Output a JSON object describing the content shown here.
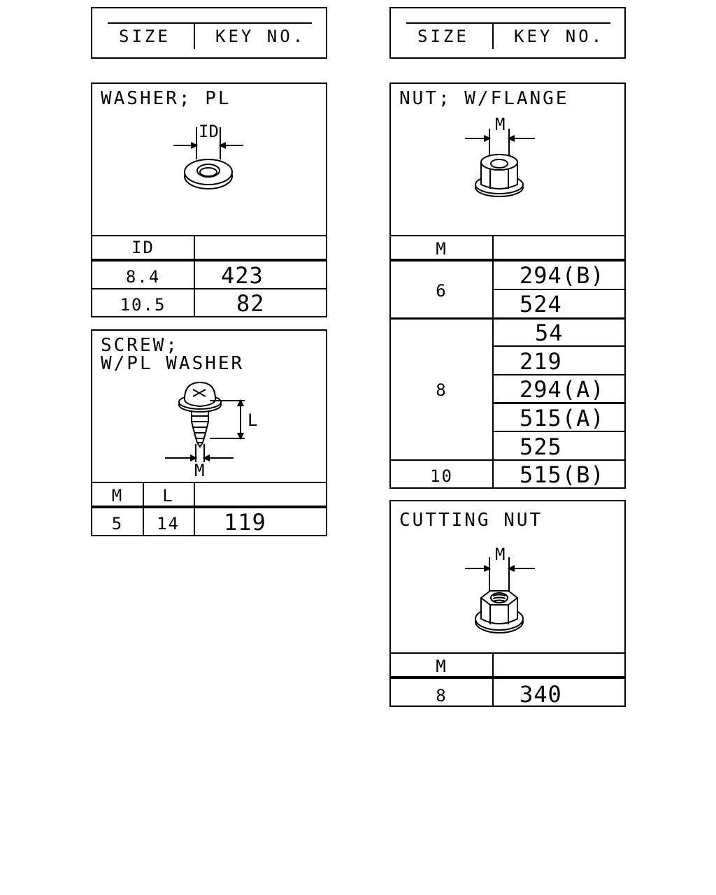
{
  "legend_left": {
    "size_label": "SIZE",
    "key_label": "KEY NO."
  },
  "legend_right": {
    "size_label": "SIZE",
    "key_label": "KEY NO."
  },
  "washer": {
    "title": "WASHER; PL",
    "dim_label": "ID",
    "col_header": "ID",
    "rows": [
      {
        "size": "8.4",
        "key": "423"
      },
      {
        "size": "10.5",
        "key": "82"
      }
    ]
  },
  "screw": {
    "title_line1": "SCREW;",
    "title_line2": "W/PL WASHER",
    "dim_l": "L",
    "dim_m": "M",
    "col_headers": [
      "M",
      "L"
    ],
    "rows": [
      {
        "m": "5",
        "l": "14",
        "key": "119"
      }
    ]
  },
  "flange_nut": {
    "title": "NUT; W/FLANGE",
    "dim_label": "M",
    "col_header": "M",
    "groups": [
      {
        "size": "6",
        "keys": [
          "294(B)",
          "524"
        ]
      },
      {
        "size": "8",
        "keys": [
          "54",
          "219",
          "294(A)",
          "515(A)",
          "525"
        ]
      },
      {
        "size": "10",
        "keys": [
          "515(B)"
        ]
      }
    ]
  },
  "cutting_nut": {
    "title": "CUTTING NUT",
    "dim_label": "M",
    "col_header": "M",
    "rows": [
      {
        "size": "8",
        "key": "340"
      }
    ]
  }
}
